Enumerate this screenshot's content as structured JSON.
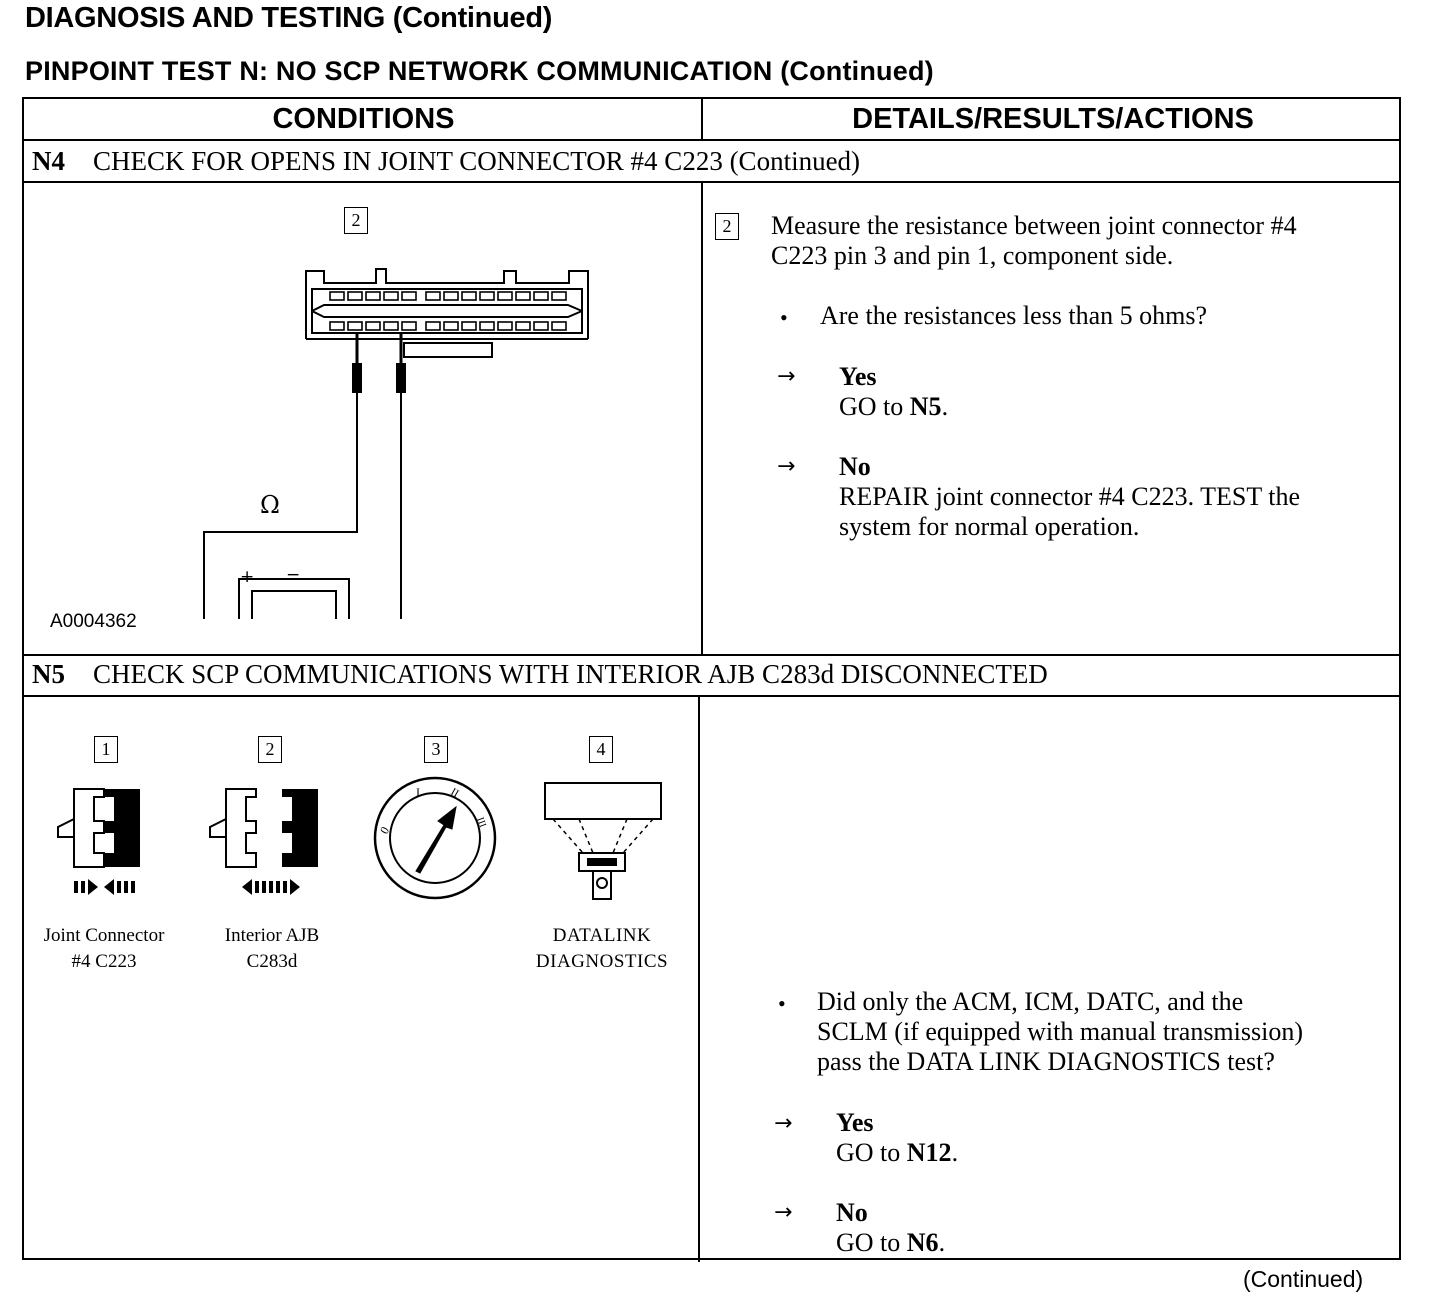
{
  "header": {
    "title": "DIAGNOSIS AND TESTING (Continued)",
    "subtitle": "PINPOINT TEST N:  NO SCP NETWORK COMMUNICATION (Continued)"
  },
  "table": {
    "col_conditions": "CONDITIONS",
    "col_details": "DETAILS/RESULTS/ACTIONS"
  },
  "step_n4": {
    "id": "N4",
    "title": "CHECK FOR OPENS IN JOINT CONNECTOR #4 C223 (Continued)",
    "figure_step": "2",
    "figure_id": "A0004362",
    "meter_symbol": "Ω",
    "plus": "+",
    "minus": "−",
    "action_num": "2",
    "action_line1": "Measure the resistance between joint connector #4",
    "action_line2": "C223 pin 3 and pin 1, component side.",
    "question": "Are the resistances less than 5 ohms?",
    "yes_label": "Yes",
    "yes_text": "GO to",
    "yes_target": "N5",
    "yes_end": ".",
    "no_label": "No",
    "no_line1": "REPAIR joint connector #4 C223. TEST the",
    "no_line2": "system for normal operation."
  },
  "step_n5": {
    "id": "N5",
    "title": "CHECK SCP COMMUNICATIONS WITH INTERIOR AJB C283d DISCONNECTED",
    "fig1_num": "1",
    "fig1_cap1": "Joint Connector",
    "fig1_cap2": "#4 C223",
    "fig2_num": "2",
    "fig2_cap1": "Interior AJB",
    "fig2_cap2": "C283d",
    "fig3_num": "3",
    "fig4_num": "4",
    "fig4_cap1": "DATALINK",
    "fig4_cap2": "DIAGNOSTICS",
    "ign_0": "0",
    "ign_1": "I",
    "ign_2": "II",
    "ign_3": "III",
    "question_line1": "Did only the ACM, ICM, DATC, and the",
    "question_line2": "SCLM (if equipped with manual transmission)",
    "question_line3": "pass the DATA LINK DIAGNOSTICS test?",
    "yes_label": "Yes",
    "yes_text": "GO to",
    "yes_target": "N12",
    "yes_end": ".",
    "no_label": "No",
    "no_text": "GO to",
    "no_target": "N6",
    "no_end": "."
  },
  "footer": {
    "continued": "(Continued)"
  }
}
